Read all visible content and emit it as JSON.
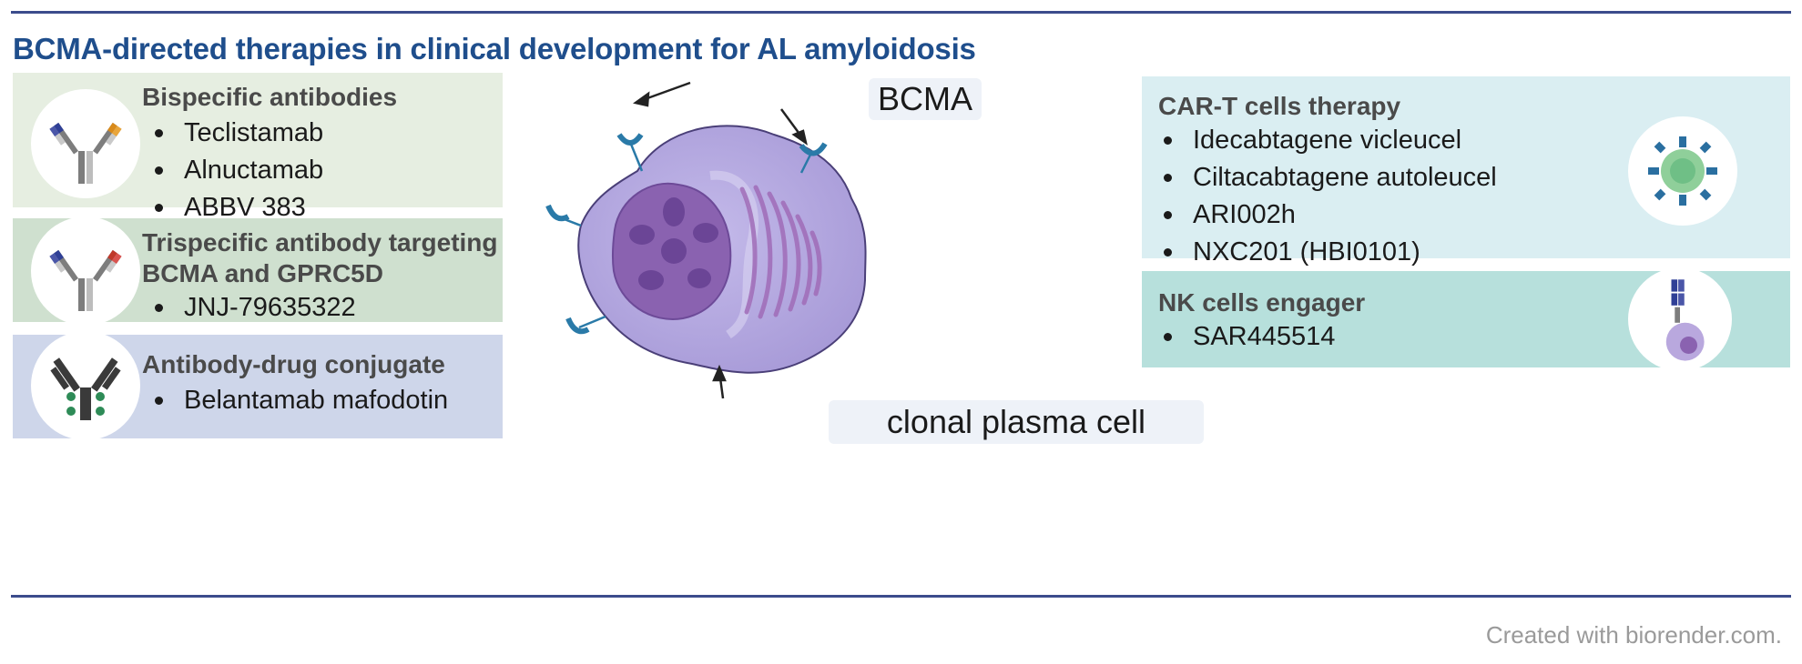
{
  "title": "BCMA-directed therapies in clinical development for AL amyloidosis",
  "left_cards": [
    {
      "heading": "Bispecific antibodies",
      "items": [
        "Teclistamab",
        "Alnuctamab",
        "ABBV 383"
      ],
      "bg": "#e6eee1"
    },
    {
      "heading_lines": [
        "Trispecific antibody targeting",
        "BCMA and GPRC5D"
      ],
      "items": [
        "JNJ-79635322"
      ],
      "bg": "#cfe0cf"
    },
    {
      "heading": "Antibody-drug conjugate",
      "items": [
        "Belantamab mafodotin"
      ],
      "bg": "#ced6ea"
    }
  ],
  "right_cards": [
    {
      "heading": "CAR-T cells therapy",
      "items": [
        "Idecabtagene vicleucel",
        "Ciltacabtagene autoleucel",
        "ARI002h",
        "NXC201 (HBI0101)"
      ],
      "bg": "#daeef2"
    },
    {
      "heading": "NK cells engager",
      "items": [
        "SAR445514"
      ],
      "bg": "#b7e0dc"
    }
  ],
  "center": {
    "receptor_label": "BCMA",
    "cell_label": "clonal plasma cell"
  },
  "footer": "Created with biorender.com.",
  "colors": {
    "accent": "#1f4e8c",
    "rule": "#3b4c8c",
    "cell": "#b2a7de",
    "nucleus": "#8a62b0",
    "receptor": "#2a7aa8"
  },
  "icons": [
    "bispecific-antibody-icon",
    "trispecific-antibody-icon",
    "antibody-drug-conjugate-icon",
    "car-t-cell-icon",
    "nk-cell-engager-icon"
  ]
}
